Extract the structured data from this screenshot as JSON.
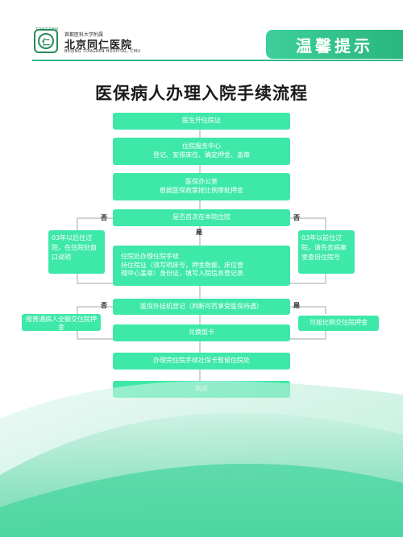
{
  "header": {
    "logo_top": "TONGREN",
    "logo_mark": "仁",
    "logo_tiny": "首都医科大学附属",
    "logo_cn": "北京同仁医院",
    "logo_en": "BEIJING TONGREN HOSPITAL, CMU",
    "tip": "温馨提示"
  },
  "title": "医保病人办理入院手续流程",
  "steps": {
    "s1": "医生开住院证",
    "s2_l1": "住院服务中心",
    "s2_l2": "登记、安排床位、确定押金、盖章",
    "s3_l1": "医保办公室",
    "s3_l2": "根据医保政策按比例审批押金",
    "s4": "是否首次在本院住院",
    "s5_l1": "住院处办理住院手续",
    "s5_l2": "持住院证（须写明床号，押金数额，床位管",
    "s5_l3": "理中心盖章）身份证，填写入院信息登记表",
    "s6": "医保外挂机登记（判断可否享受医保待遇）",
    "s7": "兑换饭卡",
    "s8": "办理完住院手续社保卡暂留住院处",
    "s9": "病房"
  },
  "side": {
    "left1": "03年以后住过院，在住院处窗口说明",
    "right1": "03年以前住过院，请先去病案室查旧住院号",
    "left2": "按普通病人全额交住院押金",
    "right2": "可按比例交住院押金"
  },
  "labels": {
    "no": "否",
    "yes": "是"
  }
}
